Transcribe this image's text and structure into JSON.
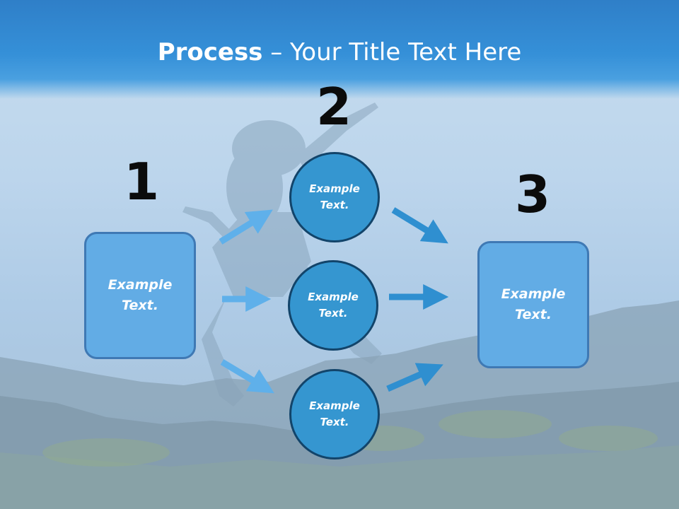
{
  "title": {
    "bold": "Process",
    "rest": " – Your Title Text Here"
  },
  "steps": {
    "one": "1",
    "two": "2",
    "three": "3"
  },
  "left_box": {
    "text": "Example\nText."
  },
  "right_box": {
    "text": "Example\nText."
  },
  "circles": [
    {
      "text": "Example\nText."
    },
    {
      "text": "Example\nText."
    },
    {
      "text": "Example\nText."
    }
  ],
  "colors": {
    "title_bar": "#2f7fc8",
    "box_fill": "#62ace5",
    "box_border": "#3f79b4",
    "circle_fill": "#3596d0",
    "circle_border": "#12446a",
    "arrow_light": "#5fb0ea",
    "arrow_dark": "#2f8fd0"
  }
}
